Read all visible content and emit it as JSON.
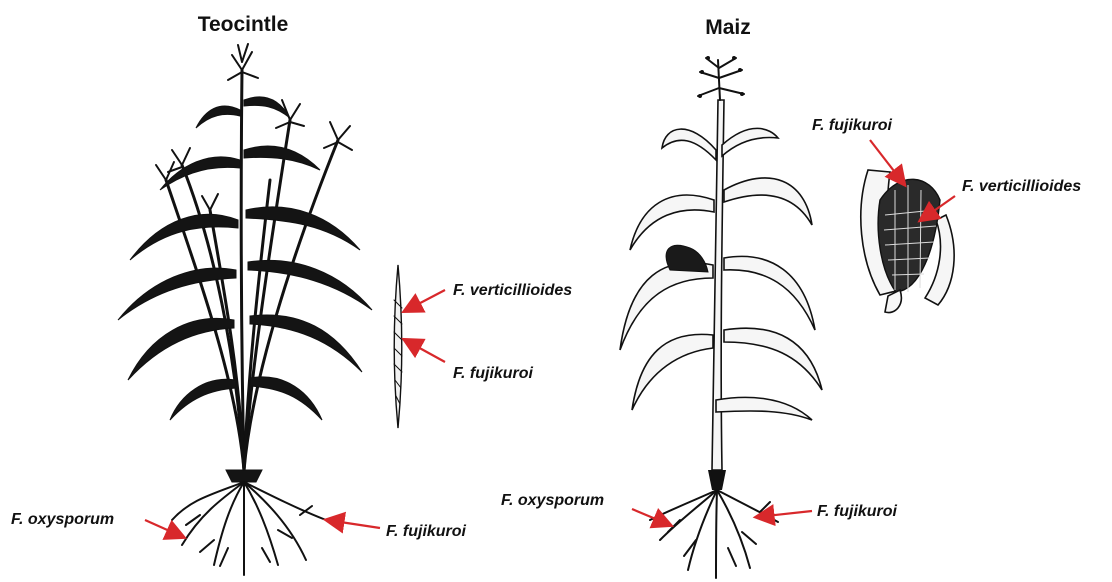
{
  "titles": {
    "teocintle": "Teocintle",
    "maiz": "Maiz"
  },
  "labels": {
    "teo_ear_verticillioides": "F. verticillioides",
    "teo_ear_fujikuroi": "F. fujikuroi",
    "teo_root_oxysporum": "F. oxysporum",
    "teo_root_fujikuroi": "F. fujikuroi",
    "maiz_ear_fujikuroi": "F. fujikuroi",
    "maiz_ear_verticillioides": "F. verticillioides",
    "maiz_root_oxysporum": "F. oxysporum",
    "maiz_root_fujikuroi": "F. fujikuroi"
  },
  "colors": {
    "arrow": "#d8282b",
    "ink": "#111111",
    "background": "#ffffff"
  }
}
